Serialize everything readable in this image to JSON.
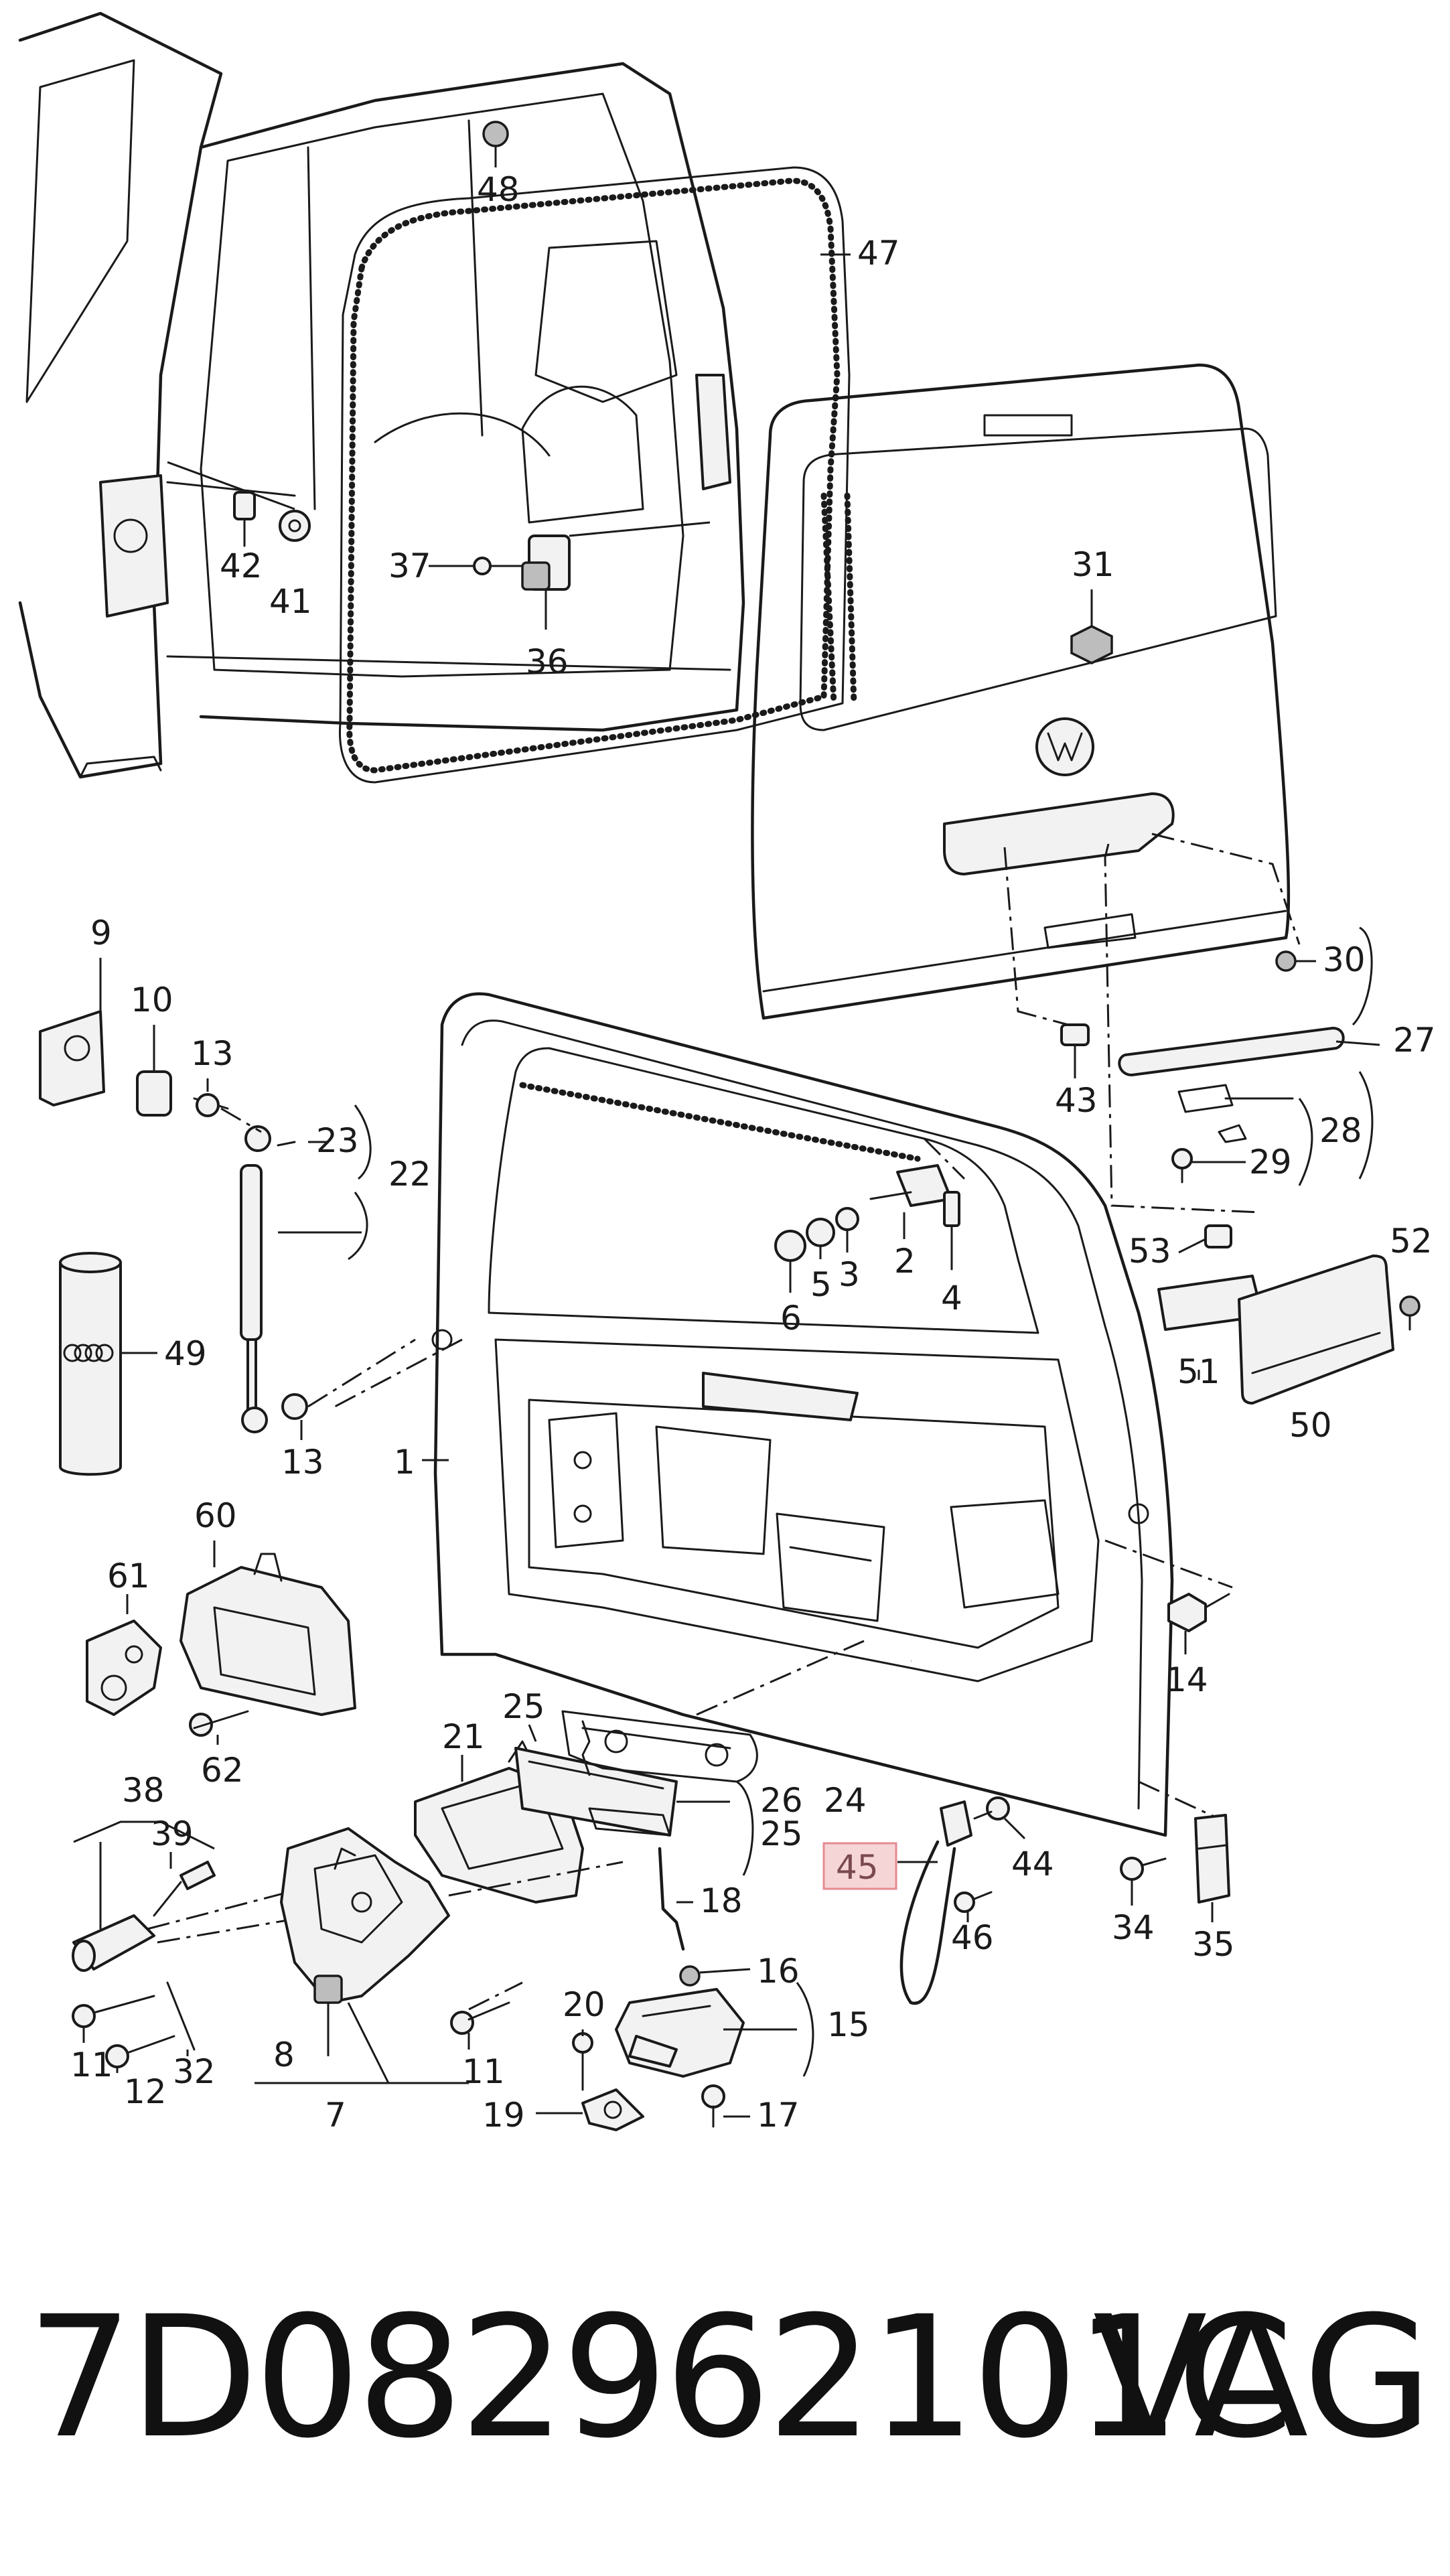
{
  "diagram": {
    "callouts": [
      {
        "id": "c1",
        "text": "1"
      },
      {
        "id": "c2",
        "text": "2"
      },
      {
        "id": "c3",
        "text": "3"
      },
      {
        "id": "c4",
        "text": "4"
      },
      {
        "id": "c5",
        "text": "5"
      },
      {
        "id": "c6",
        "text": "6"
      },
      {
        "id": "c7",
        "text": "7"
      },
      {
        "id": "c8",
        "text": "8"
      },
      {
        "id": "c9",
        "text": "9"
      },
      {
        "id": "c10",
        "text": "10"
      },
      {
        "id": "c11a",
        "text": "11"
      },
      {
        "id": "c11b",
        "text": "11"
      },
      {
        "id": "c12",
        "text": "12"
      },
      {
        "id": "c13a",
        "text": "13"
      },
      {
        "id": "c13b",
        "text": "13"
      },
      {
        "id": "c14",
        "text": "14"
      },
      {
        "id": "c15",
        "text": "15"
      },
      {
        "id": "c16",
        "text": "16"
      },
      {
        "id": "c17",
        "text": "17"
      },
      {
        "id": "c18",
        "text": "18"
      },
      {
        "id": "c19",
        "text": "19"
      },
      {
        "id": "c20",
        "text": "20"
      },
      {
        "id": "c21",
        "text": "21"
      },
      {
        "id": "c22",
        "text": "22"
      },
      {
        "id": "c23",
        "text": "23"
      },
      {
        "id": "c24",
        "text": "24"
      },
      {
        "id": "c25a",
        "text": "25"
      },
      {
        "id": "c25b",
        "text": "25"
      },
      {
        "id": "c26",
        "text": "26"
      },
      {
        "id": "c27",
        "text": "27"
      },
      {
        "id": "c28",
        "text": "28"
      },
      {
        "id": "c29",
        "text": "29"
      },
      {
        "id": "c30",
        "text": "30"
      },
      {
        "id": "c31",
        "text": "31"
      },
      {
        "id": "c32",
        "text": "32"
      },
      {
        "id": "c34",
        "text": "34"
      },
      {
        "id": "c35",
        "text": "35"
      },
      {
        "id": "c36",
        "text": "36"
      },
      {
        "id": "c37",
        "text": "37"
      },
      {
        "id": "c38",
        "text": "38"
      },
      {
        "id": "c39",
        "text": "39"
      },
      {
        "id": "c41",
        "text": "41"
      },
      {
        "id": "c42",
        "text": "42"
      },
      {
        "id": "c43",
        "text": "43"
      },
      {
        "id": "c44",
        "text": "44"
      },
      {
        "id": "c45",
        "text": "45"
      },
      {
        "id": "c46",
        "text": "46"
      },
      {
        "id": "c47",
        "text": "47"
      },
      {
        "id": "c48",
        "text": "48"
      },
      {
        "id": "c49",
        "text": "49"
      },
      {
        "id": "c50",
        "text": "50"
      },
      {
        "id": "c51",
        "text": "51"
      },
      {
        "id": "c52",
        "text": "52"
      },
      {
        "id": "c53",
        "text": "53"
      },
      {
        "id": "c60",
        "text": "60"
      },
      {
        "id": "c61",
        "text": "61"
      },
      {
        "id": "c62",
        "text": "62"
      }
    ],
    "highlighted_callout": "45"
  },
  "footer": {
    "part_number": "7D082962101C",
    "brand": "VAG"
  }
}
